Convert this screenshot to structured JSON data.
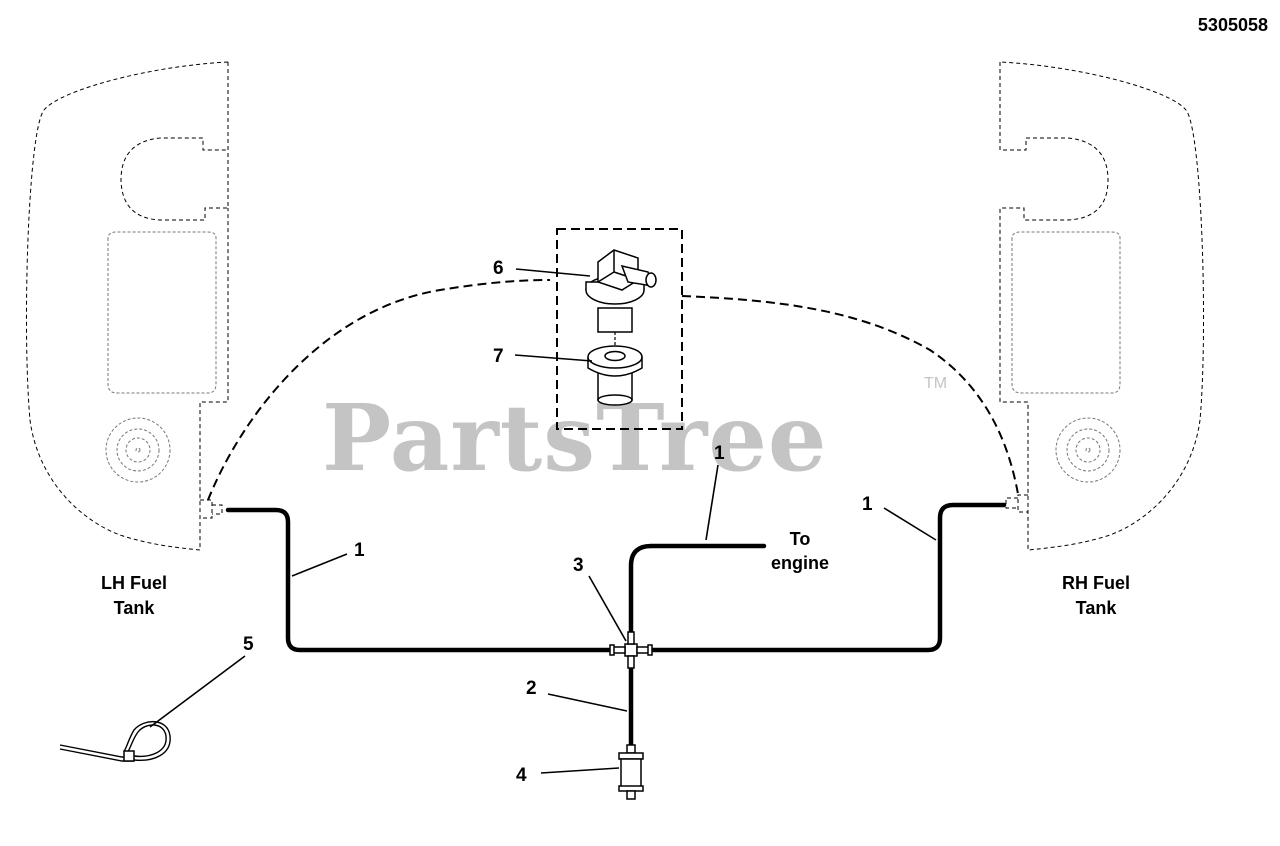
{
  "diagram_id": "5305058",
  "watermark": {
    "text": "PartsTree",
    "trademark": "TM"
  },
  "tanks": {
    "left": {
      "line1": "LH Fuel",
      "line2": "Tank"
    },
    "right": {
      "line1": "RH Fuel",
      "line2": "Tank"
    }
  },
  "engine_label": {
    "line1": "To",
    "line2": "engine"
  },
  "callouts": [
    {
      "id": "callout-1-left",
      "text": "1"
    },
    {
      "id": "callout-1-center",
      "text": "1"
    },
    {
      "id": "callout-1-right",
      "text": "1"
    },
    {
      "id": "callout-2",
      "text": "2"
    },
    {
      "id": "callout-3",
      "text": "3"
    },
    {
      "id": "callout-4",
      "text": "4"
    },
    {
      "id": "callout-5",
      "text": "5"
    },
    {
      "id": "callout-6",
      "text": "6"
    },
    {
      "id": "callout-7",
      "text": "7"
    }
  ]
}
